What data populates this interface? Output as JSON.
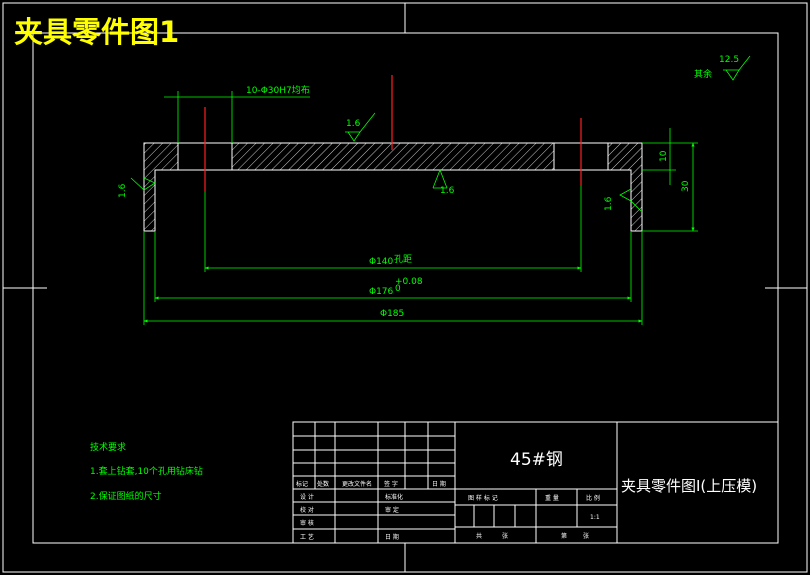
{
  "title": "夹具零件图1",
  "surface": {
    "other_label": "其余",
    "other_value": "12.5",
    "top": "1.6",
    "inner_bottom": "1.6",
    "left": "1.6",
    "right": "1.6"
  },
  "dimensions": {
    "holes": "10-Φ30H7均布",
    "thickness": "10",
    "height": "30",
    "d140": "Φ140",
    "d140_note": "孔距",
    "d176": "Φ176",
    "d176_tol": "+0.08\n0",
    "d185": "Φ185"
  },
  "tech": {
    "heading": "技术要求",
    "item1": "1.套上钻套,10个孔用钻床钻",
    "item2": "2.保证图纸的尺寸"
  },
  "title_block": {
    "material": "45#钢",
    "part_name": "夹具零件图Ⅰ(上压模)",
    "h_biaoji": "标记",
    "h_chushu": "处数",
    "h_wenjian": "更改文件名",
    "h_qianzi": "签 字",
    "h_riqi": "日 期",
    "r_sheji": "设 计",
    "r_jiaodui": "校 对",
    "r_shenhe": "审 核",
    "r_gongyi": "工 艺",
    "biaozhunhua": "标准化",
    "shending": "审 定",
    "riqi2": "日 期",
    "tuyang": "图 样 标 记",
    "zhongliang": "重 量",
    "bili": "比 例",
    "scale": "1:1",
    "gong": "共",
    "zhang1": "张",
    "di": "第",
    "zhang2": "张"
  },
  "colors": {
    "background": "#000000",
    "frame": "#ffffff",
    "dimension": "#00ff00",
    "centerline": "#ff2020",
    "title": "#ffff00"
  }
}
